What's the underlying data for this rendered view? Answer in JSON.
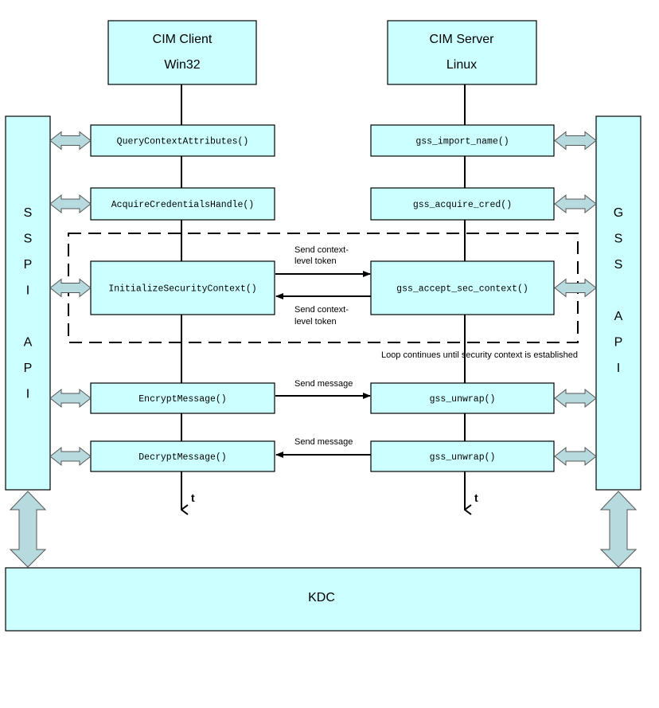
{
  "client": {
    "title": "CIM Client",
    "platform": "Win32",
    "calls": [
      "QueryContextAttributes()",
      "AcquireCredentialsHandle()",
      "InitializeSecurityContext()",
      "EncryptMessage()",
      "DecryptMessage()"
    ],
    "api_label": [
      "S",
      "S",
      "P",
      "I",
      "",
      "A",
      "P",
      "I"
    ],
    "time_label": "t"
  },
  "server": {
    "title": "CIM Server",
    "platform": "Linux",
    "calls": [
      "gss_import_name()",
      "gss_acquire_cred()",
      "gss_accept_sec_context()",
      "gss_unwrap()",
      "gss_unwrap()"
    ],
    "api_label": [
      "G",
      "S",
      "S",
      "",
      "A",
      "P",
      "I"
    ],
    "time_label": "t"
  },
  "messages": [
    {
      "label_lines": [
        "Send context-",
        "level token"
      ],
      "direction": "client-to-server",
      "row": 2
    },
    {
      "label_lines": [
        "Send context-",
        "level token"
      ],
      "direction": "server-to-client",
      "row": 2
    },
    {
      "label_lines": [
        "Send message"
      ],
      "direction": "client-to-server",
      "row": 3
    },
    {
      "label_lines": [
        "Send message"
      ],
      "direction": "server-to-client",
      "row": 4
    }
  ],
  "loop_note": "Loop continues until security context is established",
  "kdc": {
    "label": "KDC"
  }
}
